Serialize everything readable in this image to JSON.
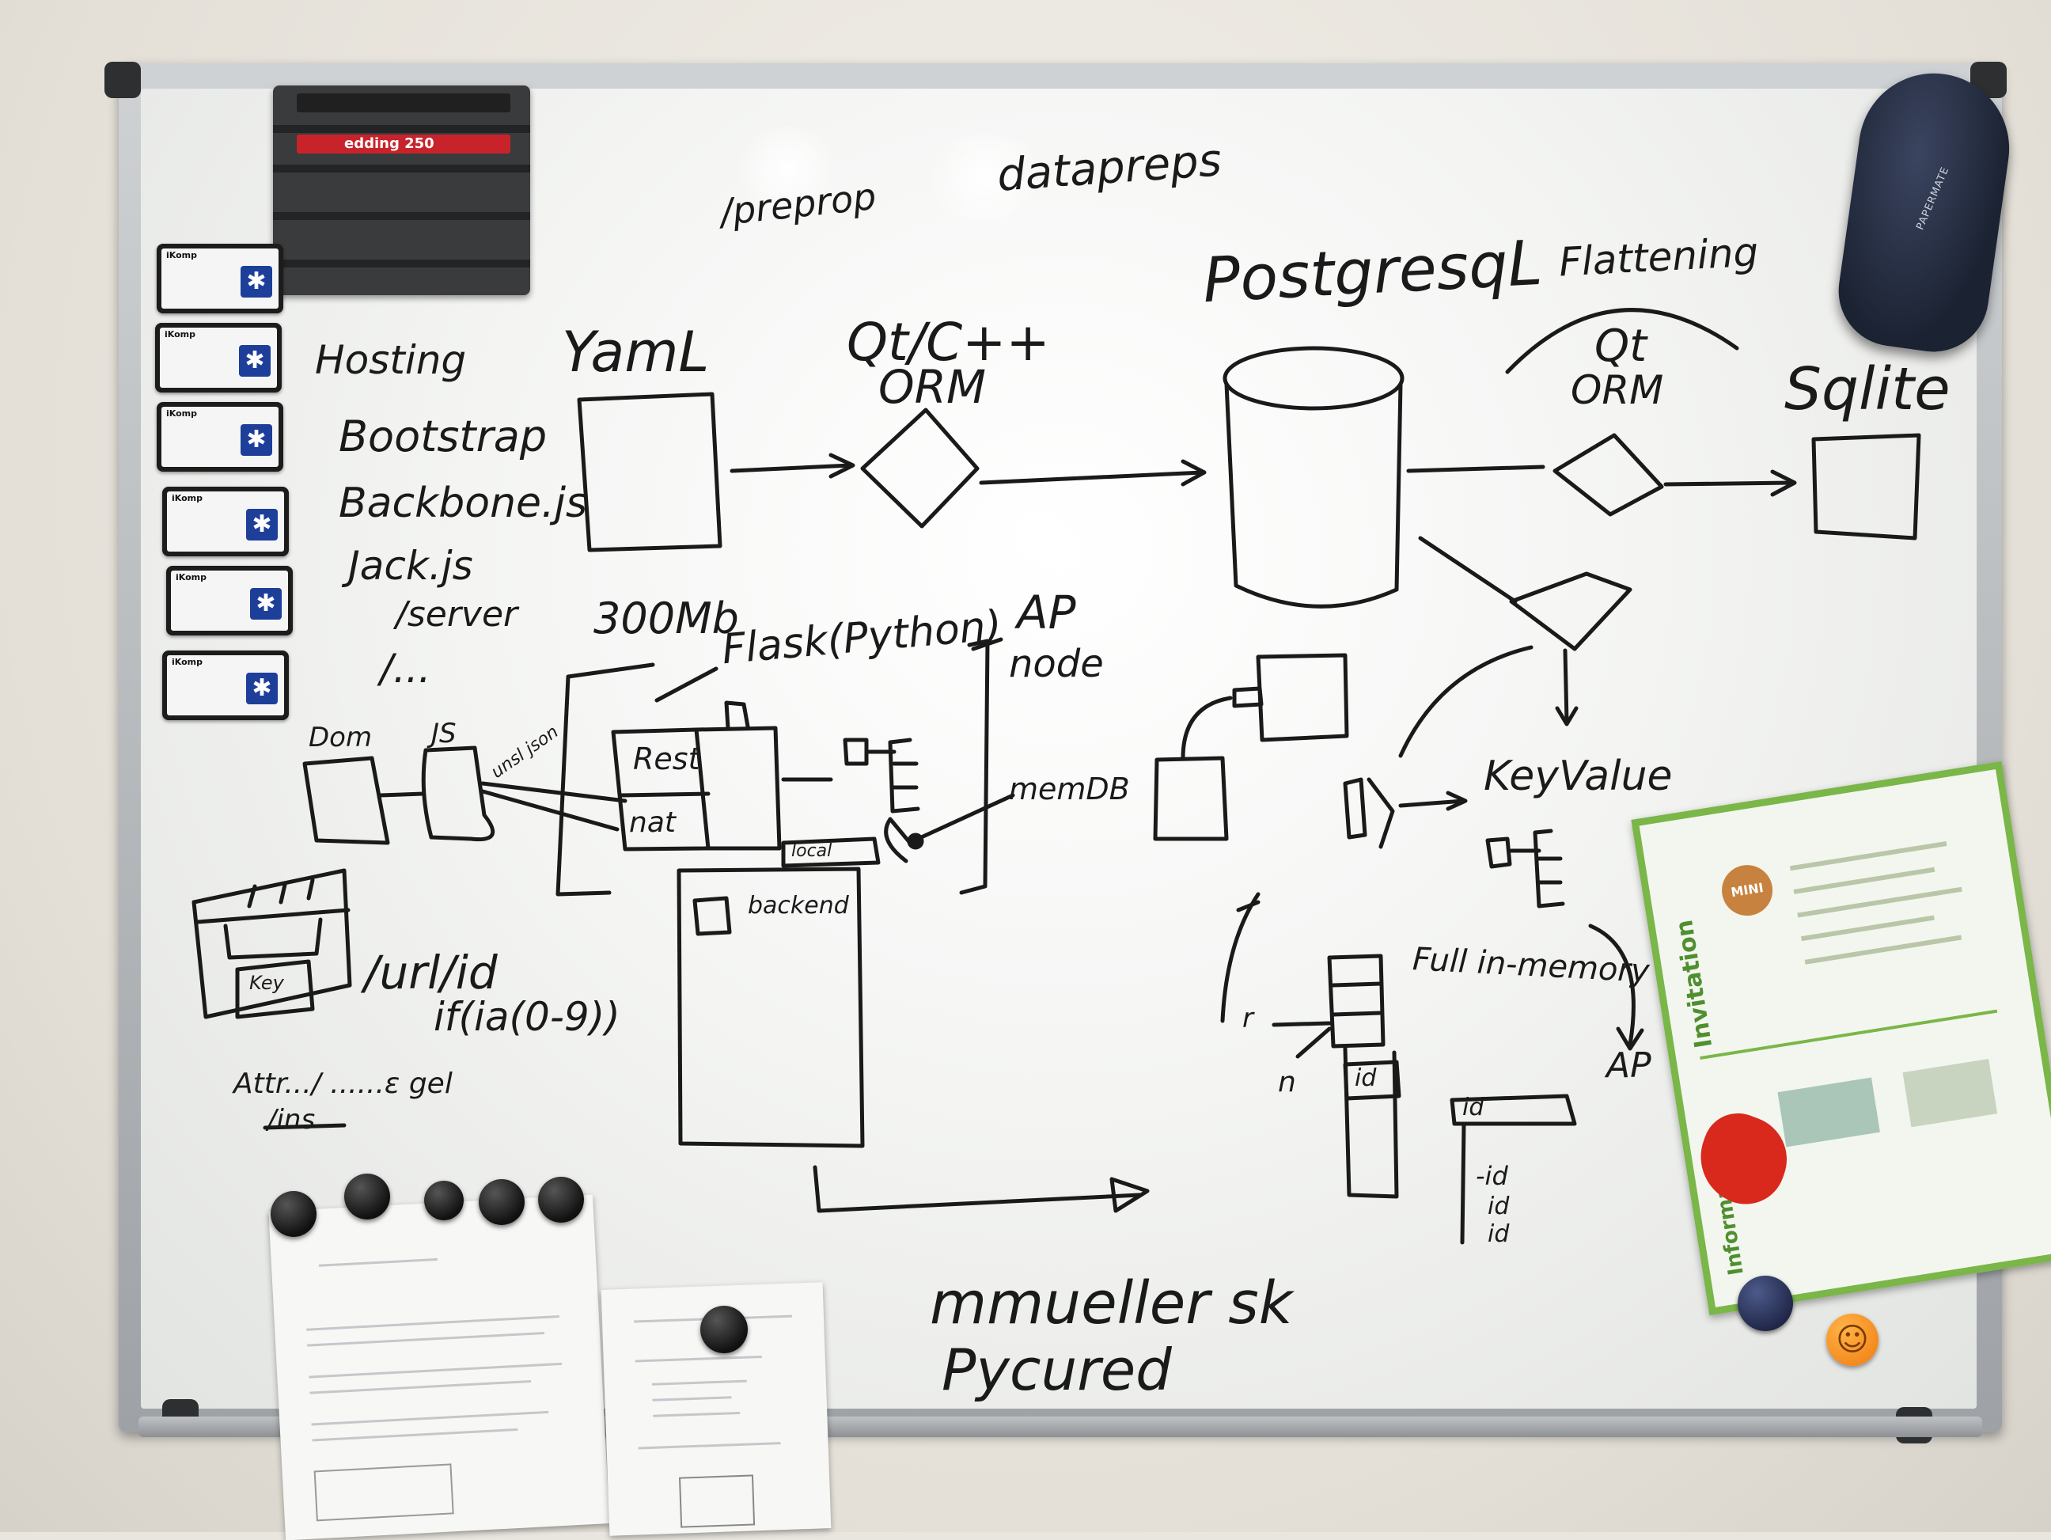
{
  "whiteboard": {
    "top_note_left": "/preprop",
    "top_note_right": "datapreps",
    "left_list": [
      "Hosting",
      "Bootstrap",
      "Backbone.js",
      "Jack.js",
      "/server",
      "/..."
    ],
    "stages": {
      "yaml": "YamL",
      "qt_cpp": "Qt/C++",
      "orm_1": "ORM",
      "postgres": "PostgresqL",
      "flattening": "Flattening",
      "qt_2": "Qt",
      "orm_2": "ORM",
      "sqlite": "Sqlite"
    },
    "size": "300Mb",
    "flask": "Flask(Python)",
    "ap_node_1": "AP",
    "ap_node_2": "node",
    "dom": "Dom",
    "js": "JS",
    "ajax": "unsl json",
    "rest": "Rest",
    "nat": "nat",
    "local": "local",
    "backend": "backend",
    "memd": "memDB",
    "keyvalue": "KeyValue",
    "full_memory": "Full in-memory",
    "ap_bottom": "AP",
    "url_id": "/url/id",
    "regex": "if(ia(0-9))",
    "attrs": "Attr.../ ......ε gel",
    "lins": "/ins",
    "key": "Key",
    "id_1": "id",
    "id_2": "id",
    "id_list": [
      "-id",
      "id",
      "id"
    ],
    "n_label": "n",
    "r_label": "r",
    "bottom_line1": "mmueller sk",
    "bottom_line2": "Pycured"
  },
  "objects": {
    "marker_brand": "edding 250",
    "card_brand": "iKomp",
    "mouse_brand": "PAPERMATE",
    "flyer_title": "Invitation",
    "flyer_badge": "MINI",
    "info_label": "Information"
  }
}
